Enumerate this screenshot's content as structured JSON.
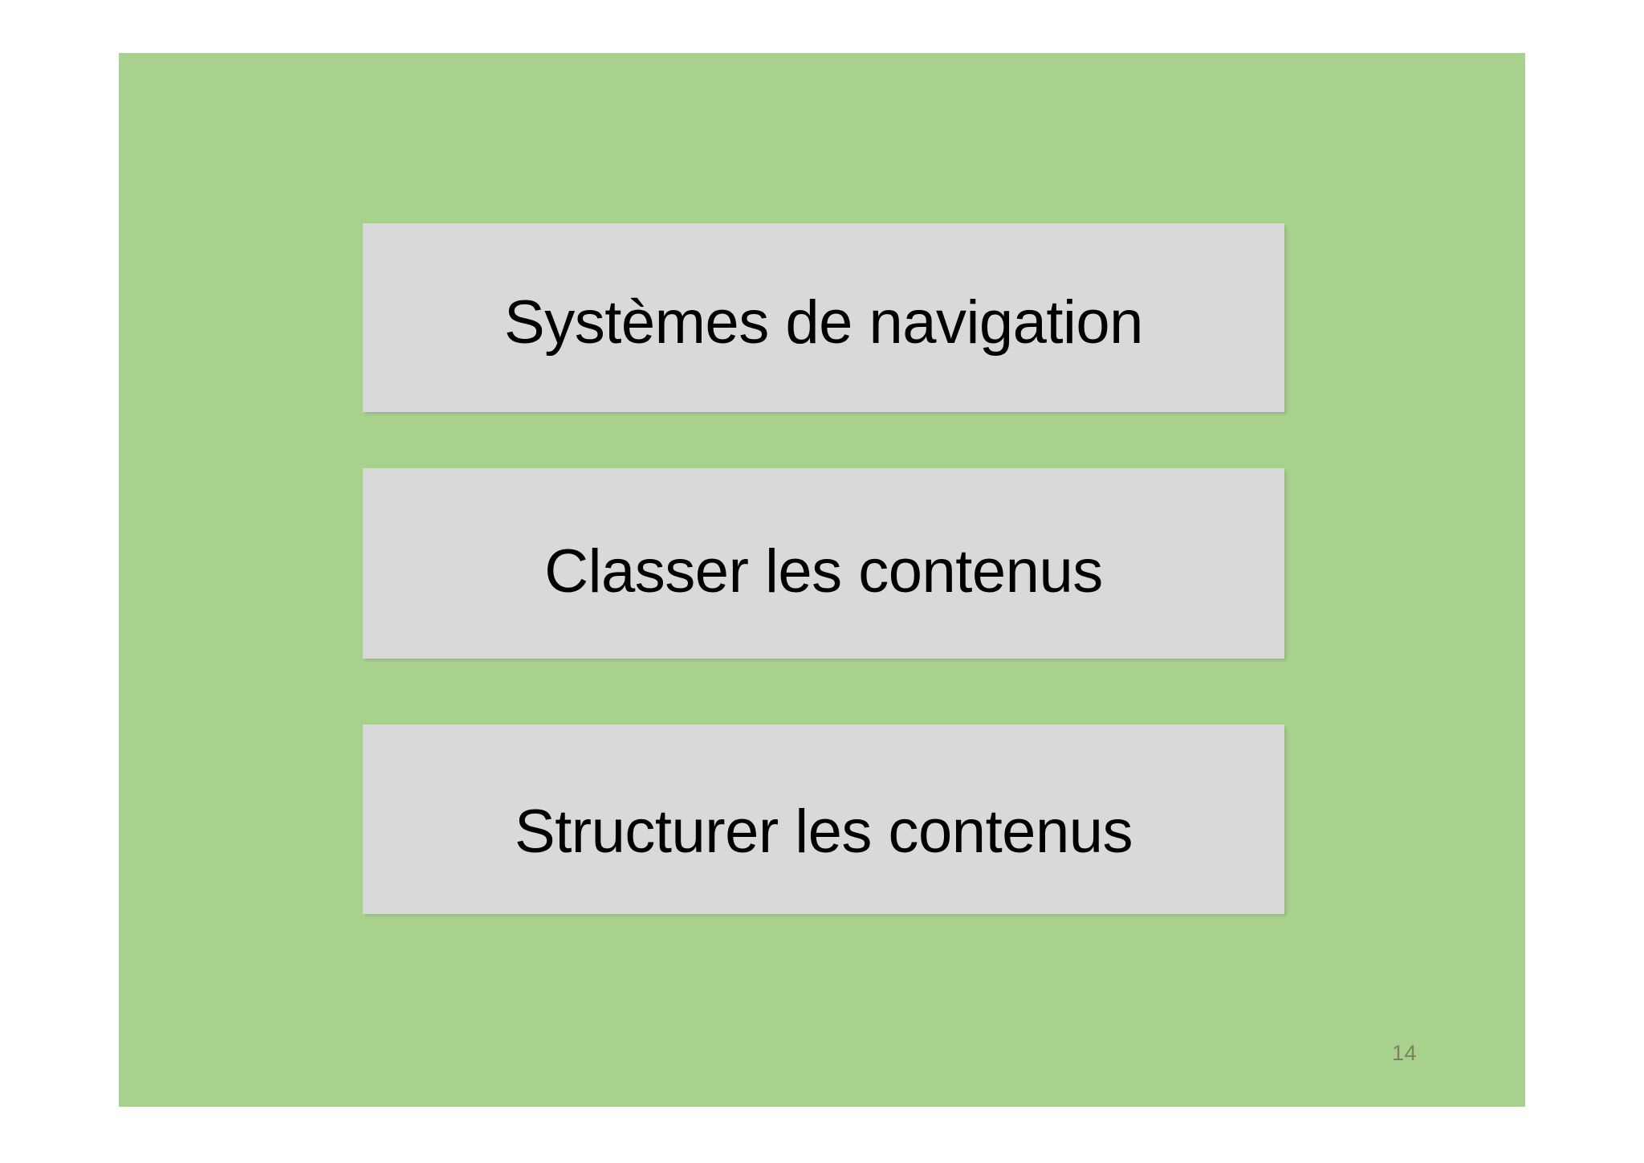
{
  "slide": {
    "background_color": "#a9d18e",
    "canvas_color": "#ffffff",
    "page_number": "14",
    "page_number_color": "#808062",
    "boxes": [
      {
        "id": "navigation-systems",
        "label": "Systèmes de navigation",
        "fill_color": "#d9d9d9",
        "text_color": "#000000"
      },
      {
        "id": "classify-contents",
        "label": "Classer les contenus",
        "fill_color": "#d9d9d9",
        "text_color": "#000000"
      },
      {
        "id": "structure-contents",
        "label": "Structurer les contenus",
        "fill_color": "#d9d9d9",
        "text_color": "#000000"
      }
    ]
  }
}
